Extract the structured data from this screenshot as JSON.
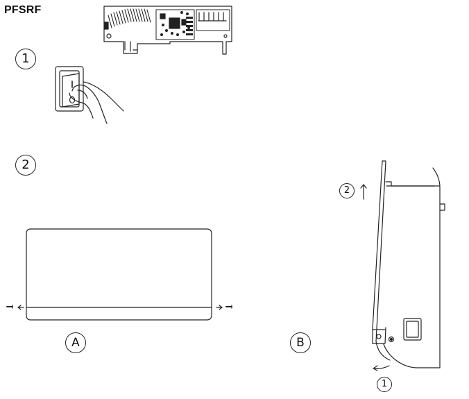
{
  "title": "PFSRF",
  "steps": {
    "step1": "1",
    "step2": "2"
  },
  "views": {
    "a": "A",
    "b": "B"
  },
  "b_view_steps": {
    "lift_up": "2",
    "tilt_out": "1"
  },
  "switch_marks": {
    "on": "I",
    "off": "O"
  }
}
